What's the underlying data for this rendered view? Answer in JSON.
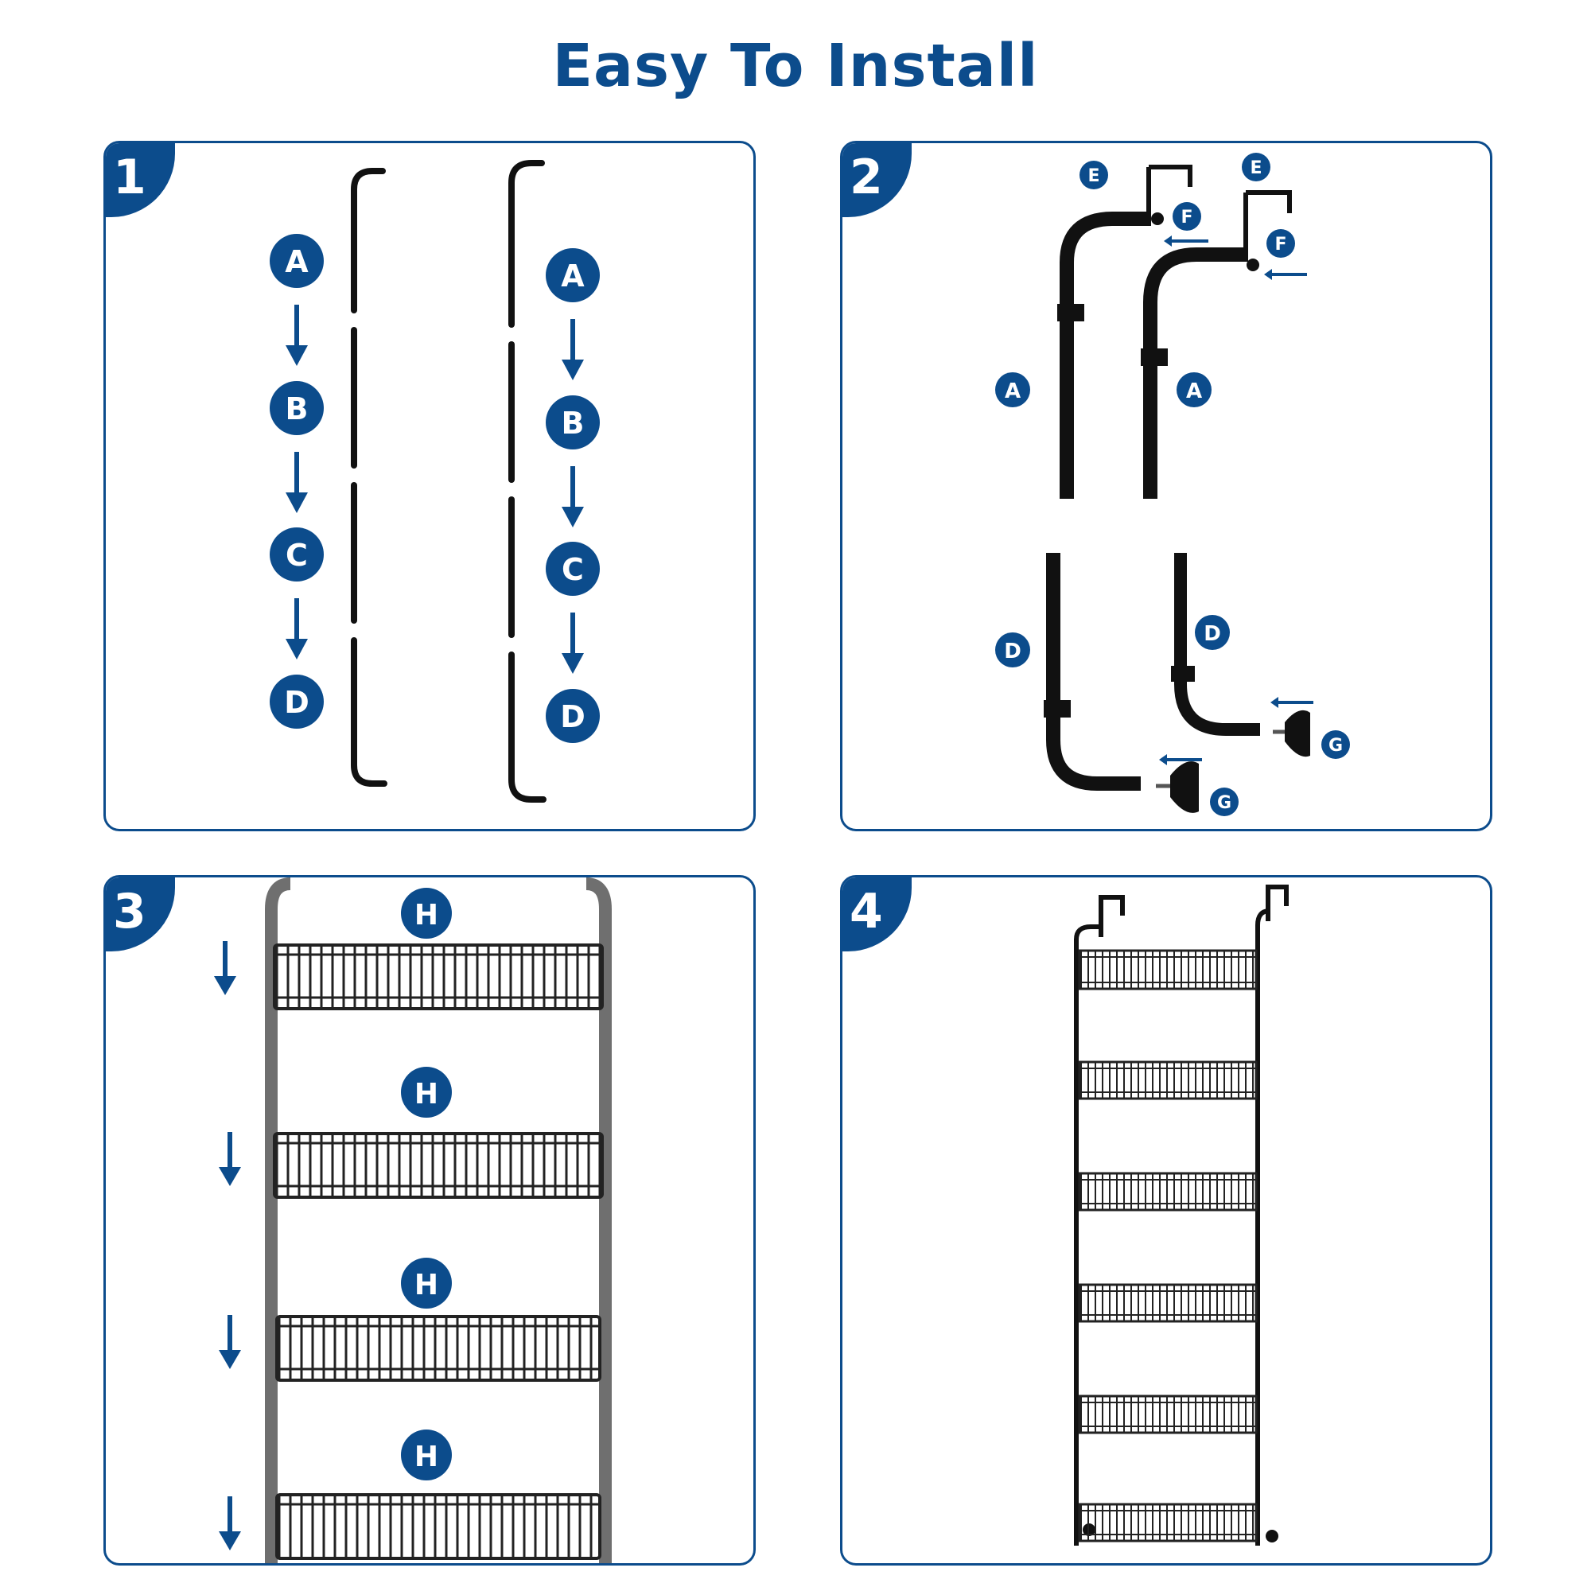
{
  "title": "Easy To Install",
  "colors": {
    "accent": "#0c4c8c",
    "rod": "#111111",
    "rod_light": "#6f6f6f"
  },
  "steps": [
    {
      "number": "1",
      "labels": [
        "A",
        "B",
        "C",
        "D"
      ]
    },
    {
      "number": "2",
      "labels": [
        "E",
        "F",
        "A",
        "D",
        "G"
      ]
    },
    {
      "number": "3",
      "labels": [
        "H"
      ]
    },
    {
      "number": "4"
    }
  ]
}
